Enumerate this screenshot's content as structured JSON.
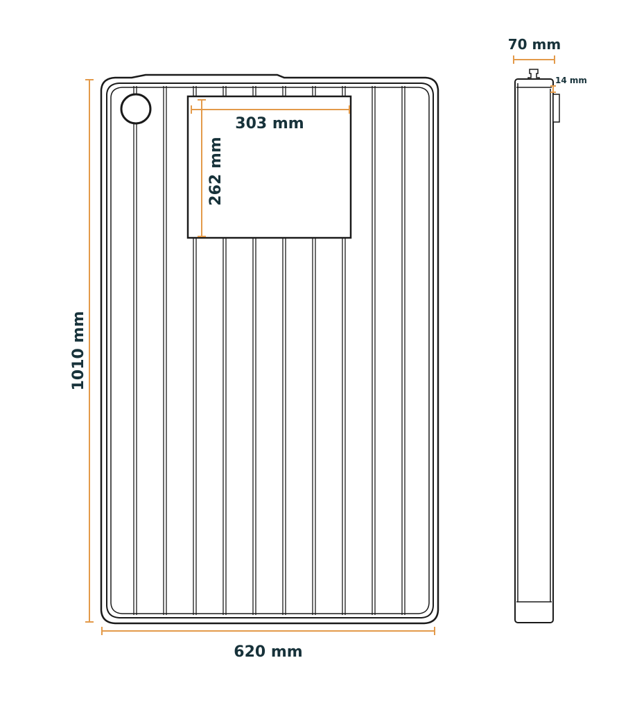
{
  "colors": {
    "dimension": "#e39a4a",
    "label": "#17323a",
    "outline": "#1a1a1a",
    "background": "#ffffff"
  },
  "dimensions": {
    "height_label": "1010 mm",
    "width_label": "620 mm",
    "window_width_label": "303 mm",
    "window_height_label": "262 mm",
    "depth_label": "70 mm",
    "fitting_label": "14 mm"
  }
}
